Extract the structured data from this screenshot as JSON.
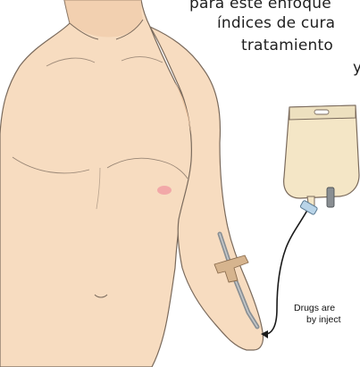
{
  "background_text": {
    "line1": "para este enfoque",
    "line2": "índices de cura",
    "line3": "tratamiento",
    "line4": "y"
  },
  "caption": {
    "line1": "Drugs are",
    "line2": "by inject"
  },
  "colors": {
    "skin": "#f7dcc0",
    "skin_shadow": "#eec6a2",
    "outline": "#7a6a5c",
    "bag": "#f4e6c6",
    "tube": "#8a8f93",
    "tape": "#d6b48e",
    "connector": "#b9d4e8",
    "nipple": "#f2a8a8"
  }
}
